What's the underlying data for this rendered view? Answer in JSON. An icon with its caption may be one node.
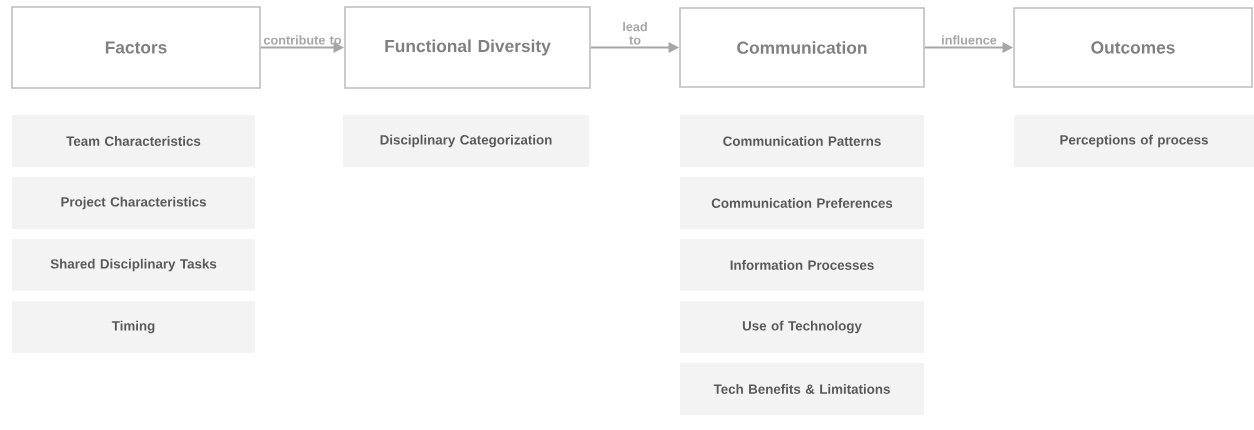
{
  "diagram": {
    "nodes": [
      {
        "text": [
          "Factors"
        ]
      },
      {
        "text": [
          "Functional Diversity"
        ]
      },
      {
        "text": [
          "Communication"
        ]
      },
      {
        "text": [
          "Outcomes"
        ]
      },
      {
        "text": [
          "Team Characteristics"
        ]
      },
      {
        "text": [
          "Project Characteristics"
        ]
      },
      {
        "text": [
          "Shared Disciplinary Tasks"
        ]
      },
      {
        "text": [
          "Timing"
        ]
      },
      {
        "text": [
          "Disciplinary Categorization"
        ]
      },
      {
        "text": [
          "Communication Patterns"
        ]
      },
      {
        "text": [
          "Communication Preferences"
        ]
      },
      {
        "text": [
          "Information Processes"
        ]
      },
      {
        "text": [
          "Use of Technology"
        ]
      },
      {
        "text": [
          "Tech Benefits & Limitations"
        ]
      },
      {
        "text": [
          "Perceptions of process"
        ]
      }
    ],
    "edges": [
      {
        "from": 0,
        "to": 1,
        "arrow": "to",
        "label": "contribute to"
      },
      {
        "from": 1,
        "to": 2,
        "arrow": "to",
        "label": "lead to"
      },
      {
        "from": 2,
        "to": 3,
        "arrow": "to",
        "label": "influence"
      }
    ]
  }
}
